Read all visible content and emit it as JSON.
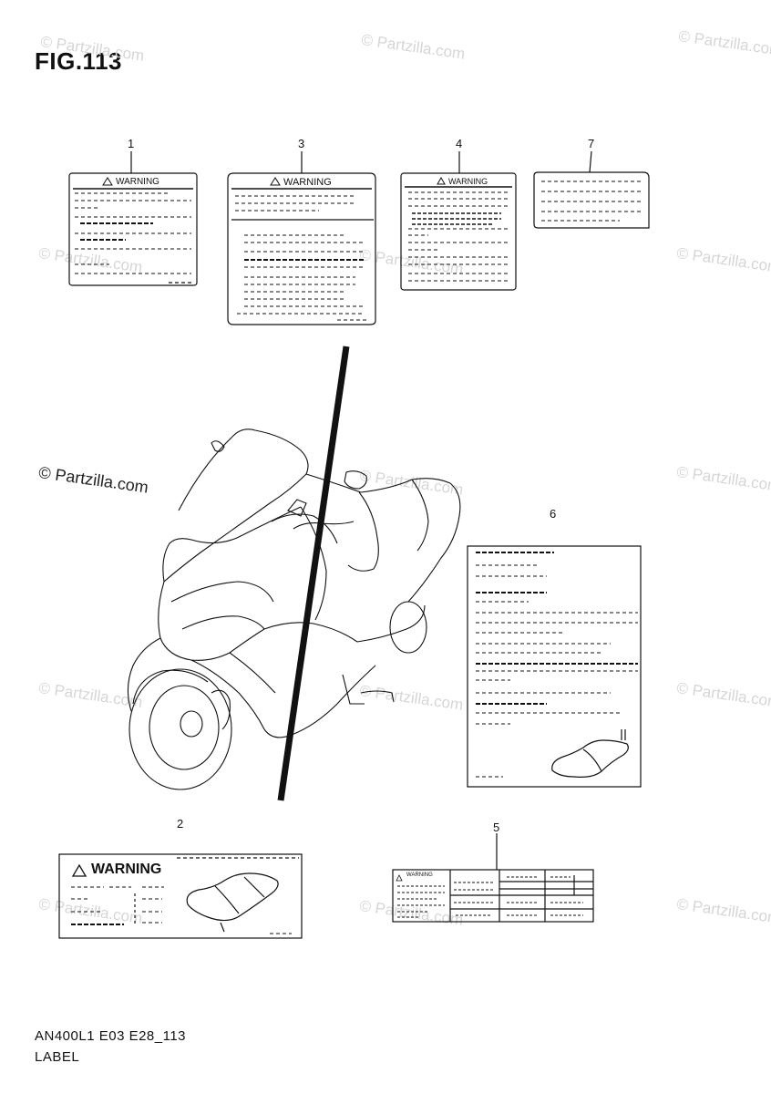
{
  "figure": {
    "title": "FIG.113"
  },
  "footer": {
    "code": "AN400L1 E03 E28_113",
    "name": "LABEL"
  },
  "callouts": [
    "1",
    "3",
    "4",
    "7",
    "6",
    "2",
    "5"
  ],
  "labels": {
    "warning_text": "WARNING",
    "warning_small": "WARNING"
  },
  "watermark": {
    "text": "© Partzilla.com"
  },
  "colors": {
    "line": "#111111",
    "watermark": "#d6d6d6"
  }
}
